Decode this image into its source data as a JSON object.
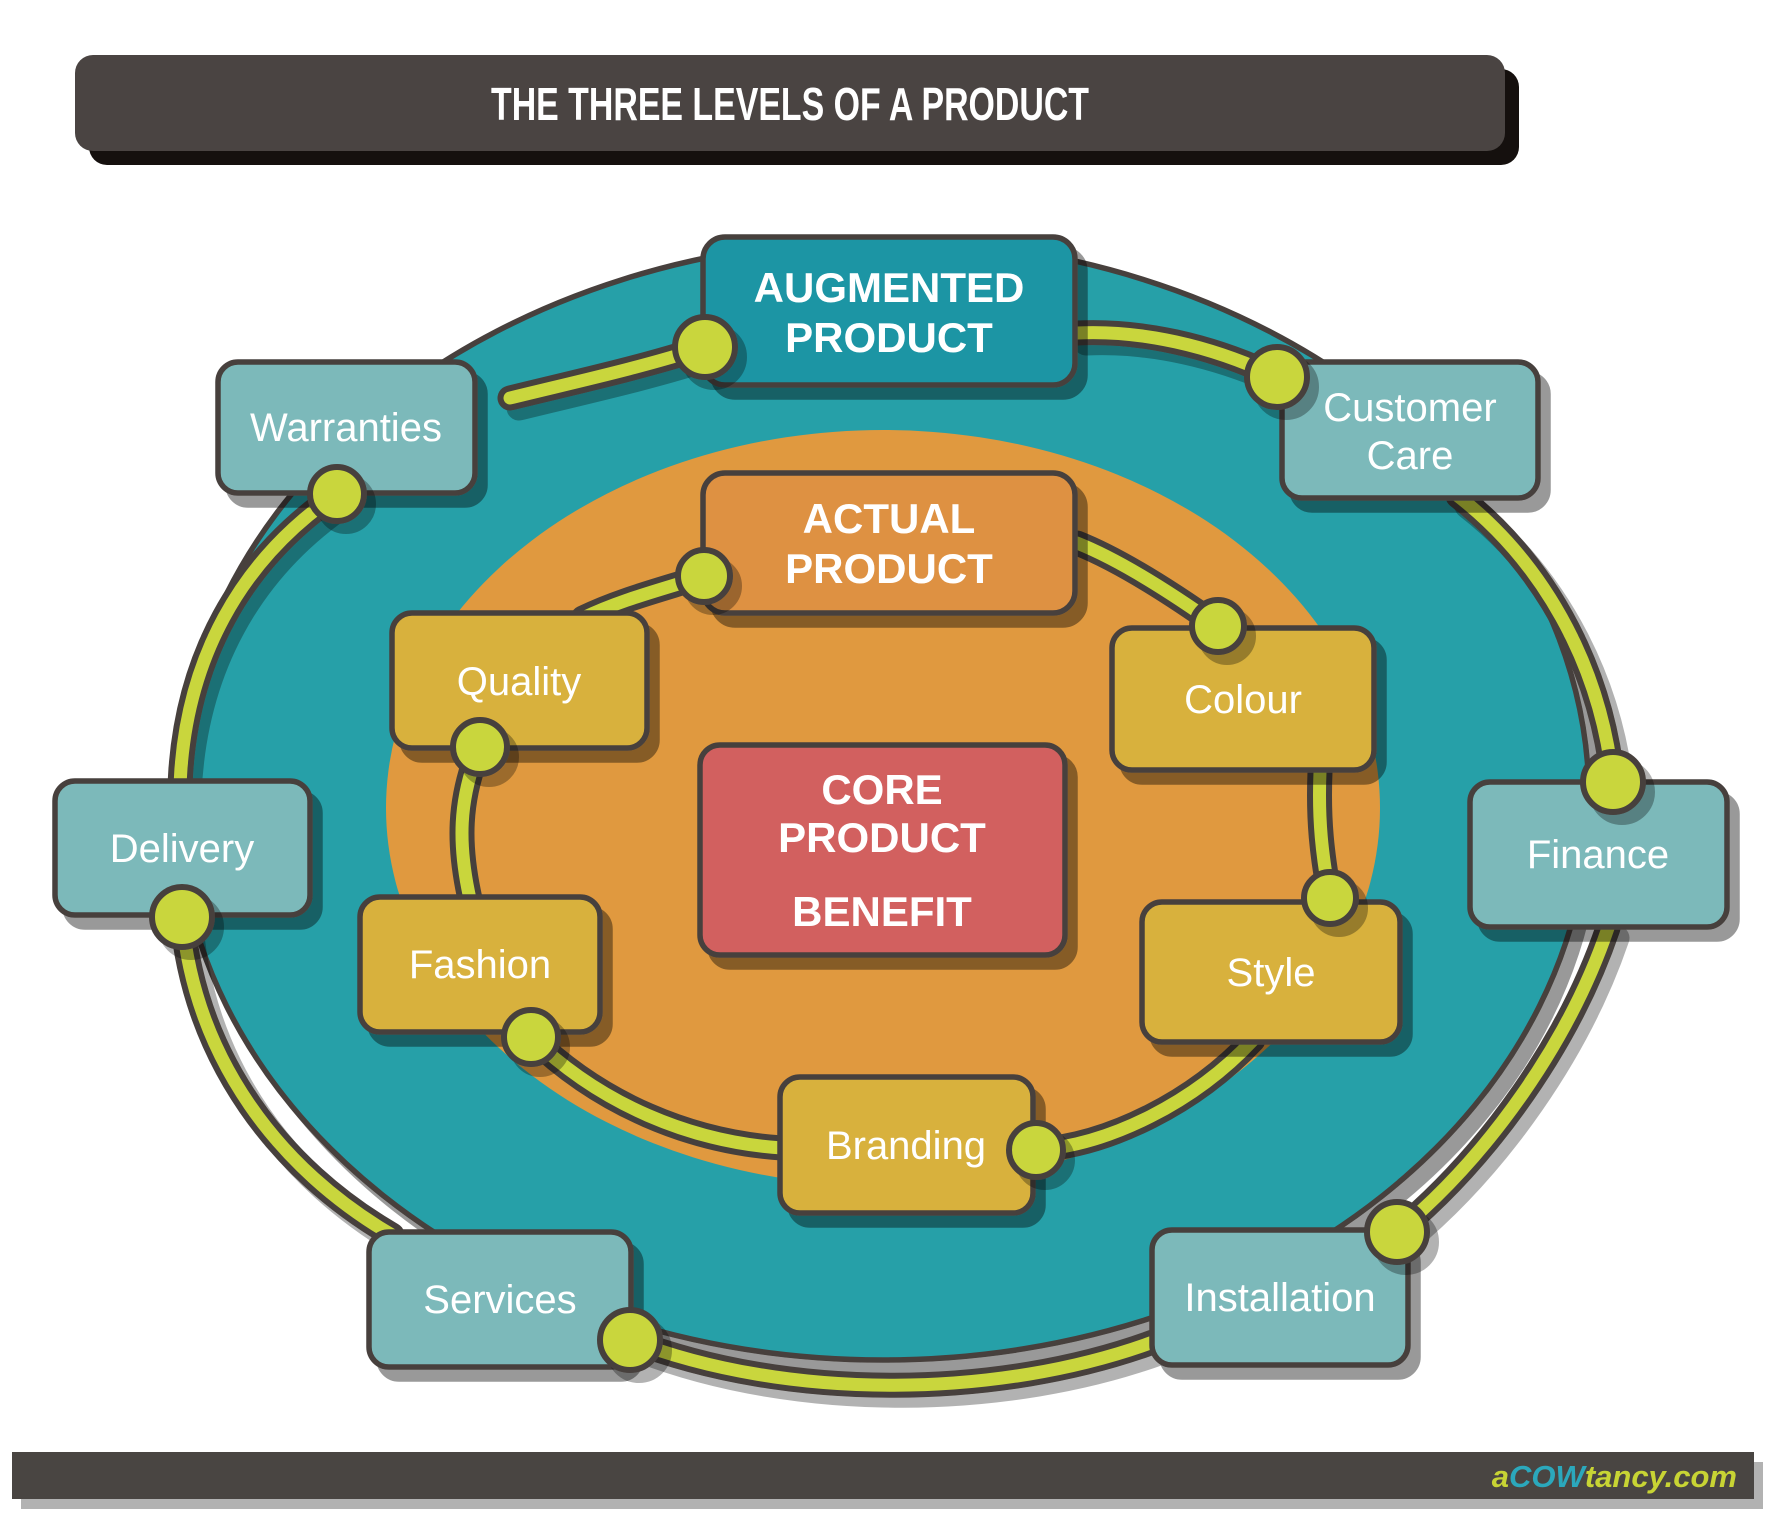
{
  "title": "THE THREE LEVELS OF A PRODUCT",
  "boxes": {
    "augmented": {
      "line1": "AUGMENTED",
      "line2": "PRODUCT"
    },
    "actual": {
      "line1": "ACTUAL",
      "line2": "PRODUCT"
    },
    "core": {
      "line1": "CORE",
      "line2": "PRODUCT",
      "line3": "BENEFIT"
    },
    "warranties": {
      "label": "Warranties"
    },
    "customer_care": {
      "line1": "Customer",
      "line2": "Care"
    },
    "delivery": {
      "label": "Delivery"
    },
    "finance": {
      "label": "Finance"
    },
    "services": {
      "label": "Services"
    },
    "installation": {
      "label": "Installation"
    },
    "quality": {
      "label": "Quality"
    },
    "colour": {
      "label": "Colour"
    },
    "fashion": {
      "label": "Fashion"
    },
    "style": {
      "label": "Style"
    },
    "branding": {
      "label": "Branding"
    }
  },
  "footer": {
    "brand": {
      "prefix": "a",
      "mid": "COW",
      "suffix": "tancy.com"
    }
  },
  "colors": {
    "bar_dark": "#4a4442",
    "outer_ellipse_teal": "#27a0a8",
    "inner_ellipse_orange": "#e0993f",
    "augmented_box_teal": "#1e95a4",
    "feature_box_light_teal": "#7cb9ba",
    "actual_box_orange": "#de9143",
    "feature_box_gold": "#d8b13c",
    "core_box_red": "#d2605e",
    "connector_yellow": "#c9d63c",
    "stroke_dark": "#46403d",
    "logo_teal": "#2ba8bc",
    "logo_yellow": "#c8d434"
  }
}
